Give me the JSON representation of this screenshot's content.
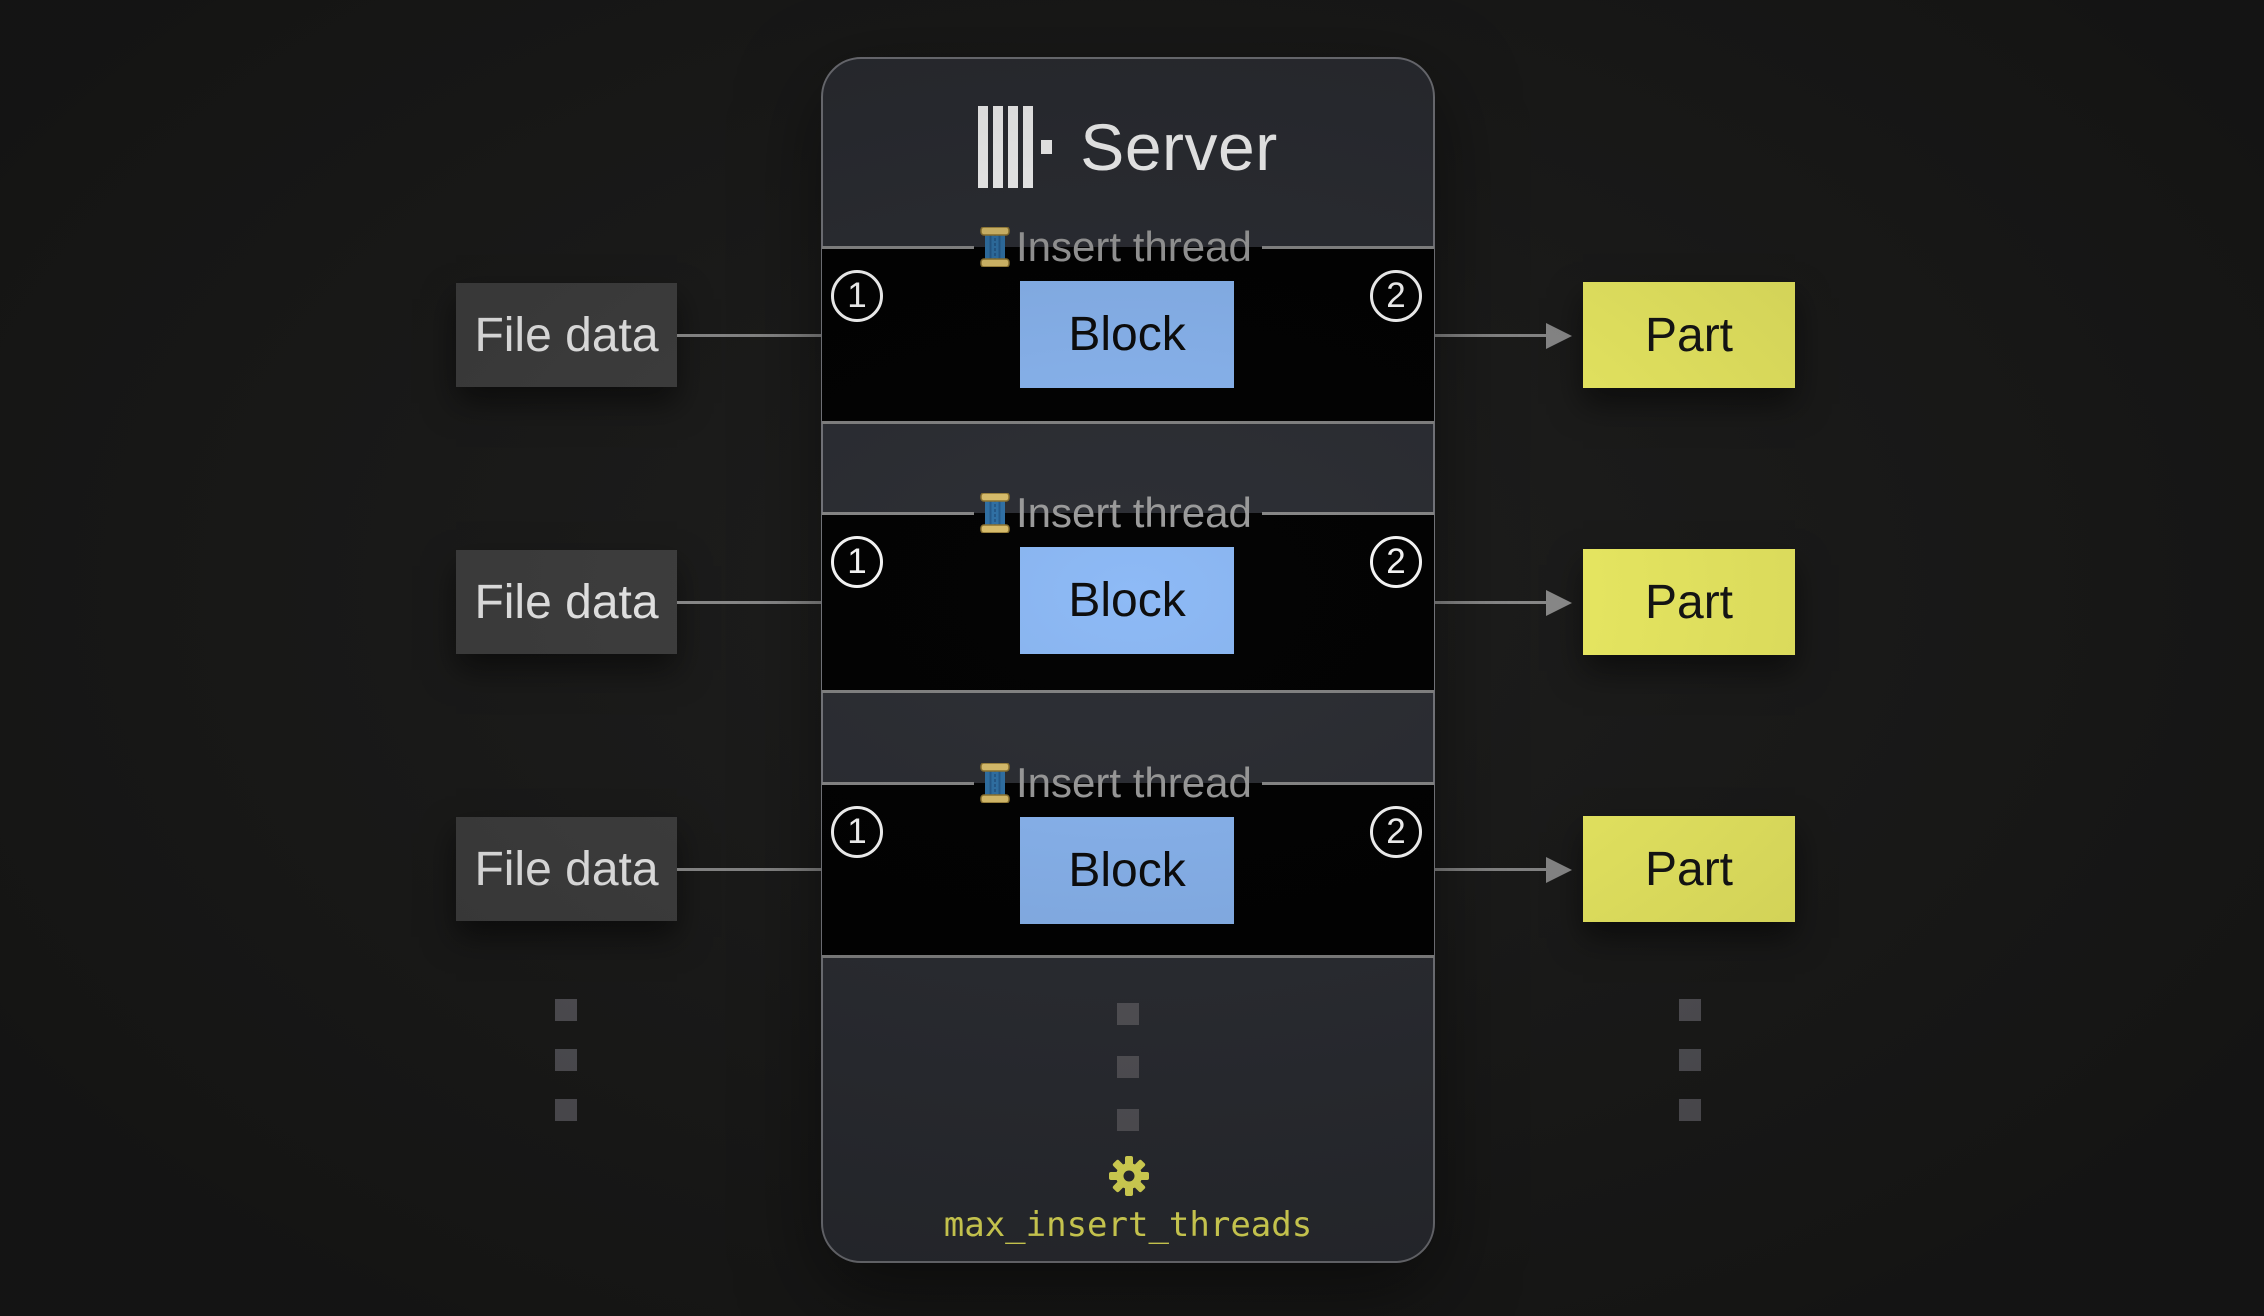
{
  "server": {
    "title": "Server",
    "logo_icon": "clickhouse-logo",
    "setting": {
      "icon": "gear-icon",
      "label": "max_insert_threads"
    }
  },
  "threads": [
    {
      "legend_icon": "thread-spool-icon",
      "legend": "Insert thread",
      "step_in": "1",
      "block": "Block",
      "step_out": "2",
      "input": "File data",
      "output": "Part"
    },
    {
      "legend_icon": "thread-spool-icon",
      "legend": "Insert thread",
      "step_in": "1",
      "block": "Block",
      "step_out": "2",
      "input": "File data",
      "output": "Part"
    },
    {
      "legend_icon": "thread-spool-icon",
      "legend": "Insert thread",
      "step_in": "1",
      "block": "Block",
      "step_out": "2",
      "input": "File data",
      "output": "Part"
    }
  ],
  "continuation_dots": {
    "columns": 3,
    "dots_per_column": 3
  },
  "colors": {
    "page_bg": "#1b1b1a",
    "panel_bg": "#2b2d33",
    "panel_border": "#76777d",
    "section_bg": "#000000",
    "section_line": "#8a8a8a",
    "legend_text": "#9d9d9d",
    "file_box_bg": "#404040",
    "block_bg": "#8cb9f6",
    "part_bg": "#f9f967",
    "arrow": "#909090",
    "badge": "#ffffff",
    "accent_yellow": "#efed5d",
    "dot_gray": "#56555a"
  }
}
